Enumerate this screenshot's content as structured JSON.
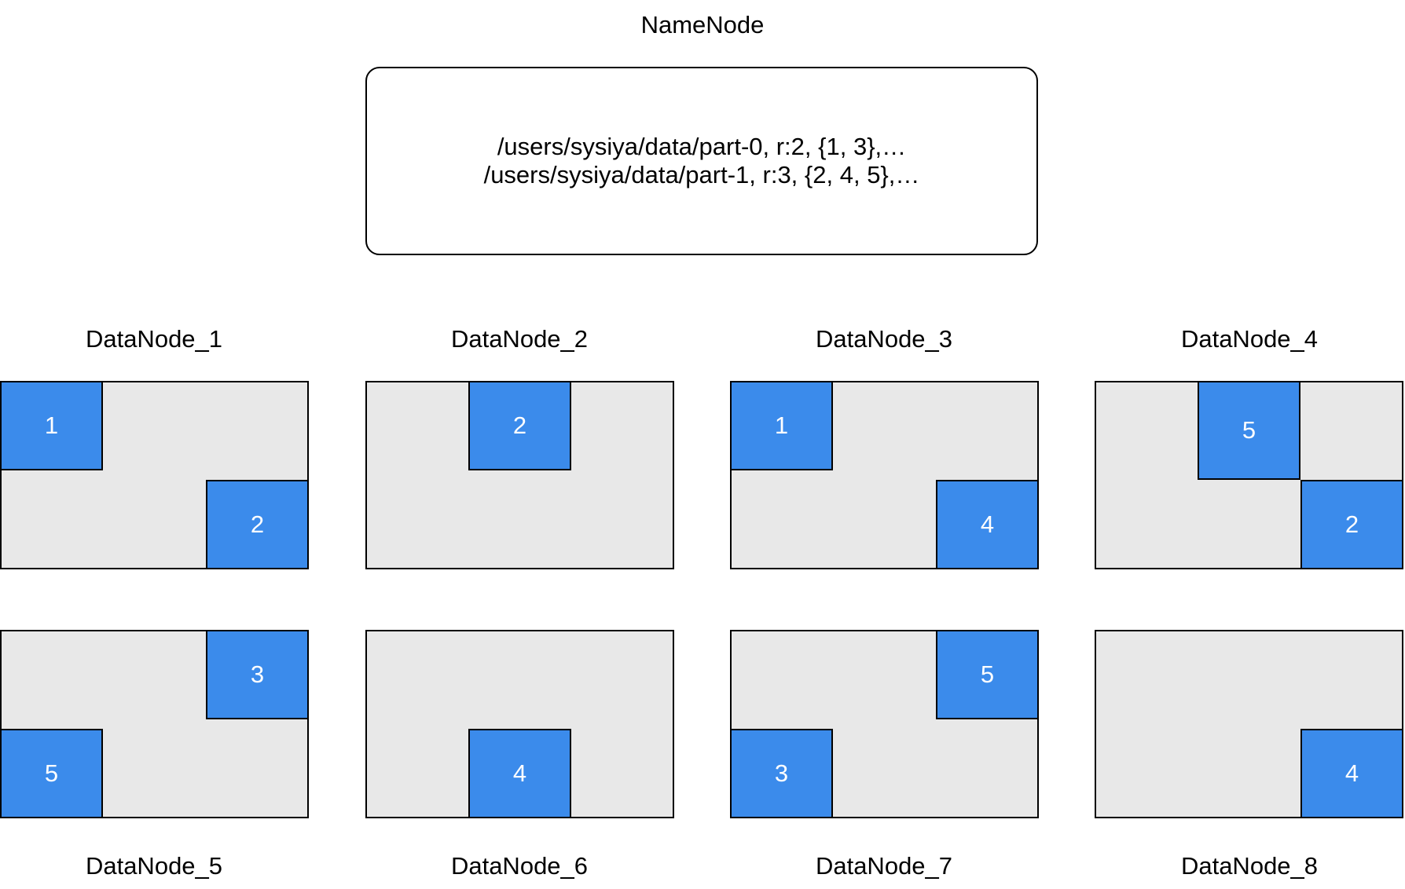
{
  "namenode": {
    "title": "NameNode",
    "lines": [
      "/users/sysiya/data/part-0, r:2, {1, 3},…",
      "/users/sysiya/data/part-1, r:3, {2, 4, 5},…"
    ]
  },
  "colors": {
    "block_fill": "#3b8beb",
    "node_fill": "#e8e8e8"
  },
  "datanodes": [
    {
      "label": "DataNode_1",
      "blocks": [
        "1",
        "2"
      ]
    },
    {
      "label": "DataNode_2",
      "blocks": [
        "2"
      ]
    },
    {
      "label": "DataNode_3",
      "blocks": [
        "1",
        "4"
      ]
    },
    {
      "label": "DataNode_4",
      "blocks": [
        "5",
        "2"
      ]
    },
    {
      "label": "DataNode_5",
      "blocks": [
        "3",
        "5"
      ]
    },
    {
      "label": "DataNode_6",
      "blocks": [
        "4"
      ]
    },
    {
      "label": "DataNode_7",
      "blocks": [
        "5",
        "3"
      ]
    },
    {
      "label": "DataNode_8",
      "blocks": [
        "4"
      ]
    }
  ]
}
